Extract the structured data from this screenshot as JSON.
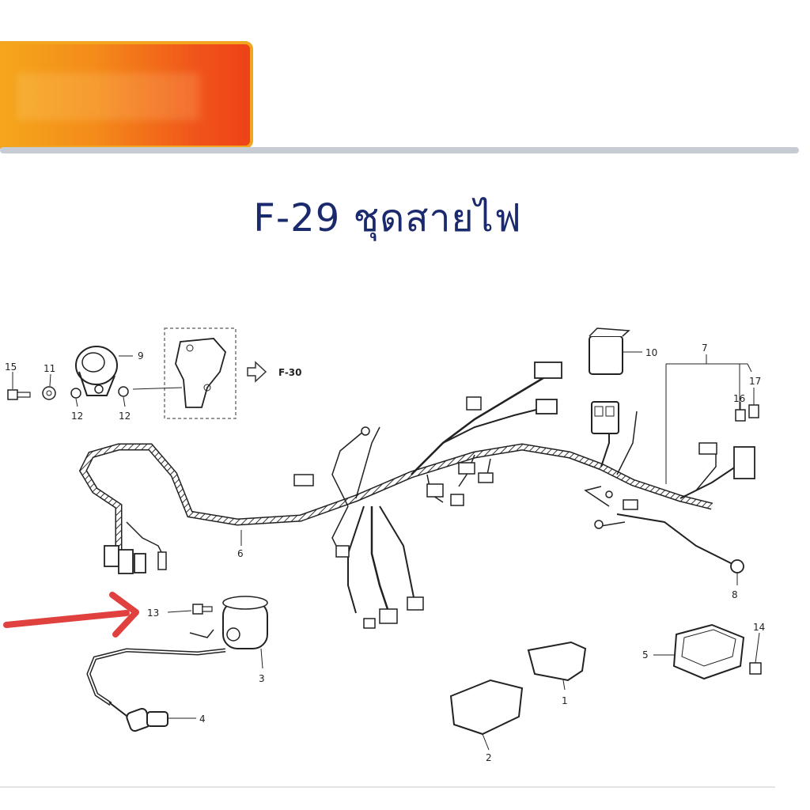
{
  "header": {
    "banner_color_start": "#f5a81c",
    "banner_color_end": "#ee4118"
  },
  "title": "F-29 ชุดสายไฟ",
  "diagram": {
    "ref_label": "F-30",
    "callouts": {
      "c1": "1",
      "c2": "2",
      "c3": "3",
      "c4": "4",
      "c5": "5",
      "c6": "6",
      "c7": "7",
      "c8": "8",
      "c9": "9",
      "c10": "10",
      "c11": "11",
      "c12a": "12",
      "c12b": "12",
      "c13": "13",
      "c14": "14",
      "c15": "15",
      "c16": "16",
      "c17": "17"
    },
    "highlight_arrow_color": "#e0403e",
    "highlighted_part": "13"
  }
}
